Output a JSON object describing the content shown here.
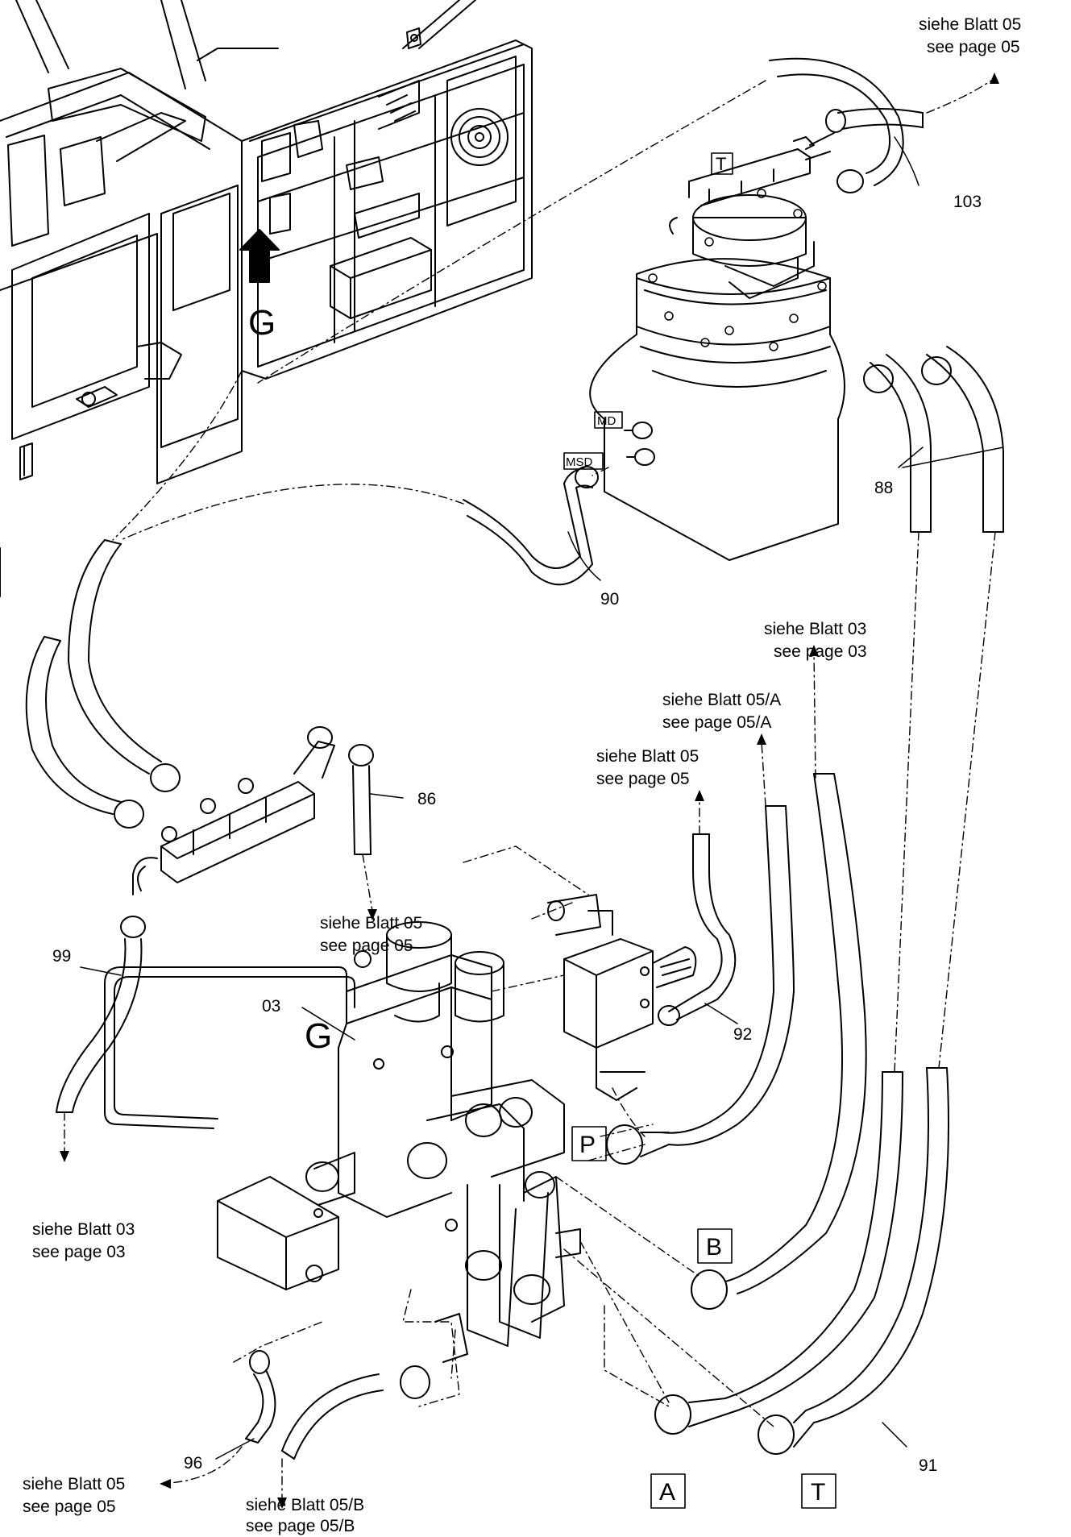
{
  "callouts": {
    "c103": "103",
    "c88": "88",
    "c90": "90",
    "c86": "86",
    "c99": "99",
    "c03": "03",
    "c92": "92",
    "c96": "96",
    "c91": "91"
  },
  "ports": {
    "T_top": "T",
    "MD": "MD",
    "MSD": "MSD",
    "P": "P",
    "B": "B",
    "A": "A",
    "T_bottom": "T"
  },
  "view_marker": {
    "cab": "G",
    "valve": "G"
  },
  "references": [
    {
      "de": "siehe Blatt 05",
      "en": "see page 05"
    },
    {
      "de": "siehe Blatt 03",
      "en": "see page 03"
    },
    {
      "de": "siehe Blatt 05/A",
      "en": "see page 05/A"
    },
    {
      "de": "siehe Blatt 05",
      "en": "see page 05"
    },
    {
      "de": "siehe Blatt 05",
      "en": "see page 05"
    },
    {
      "de": "siehe Blatt 03",
      "en": "see page 03"
    },
    {
      "de": "siehe Blatt 05",
      "en": "see page 05"
    },
    {
      "de": "siehe Blatt 05/B",
      "en": "see page 05/B"
    }
  ]
}
